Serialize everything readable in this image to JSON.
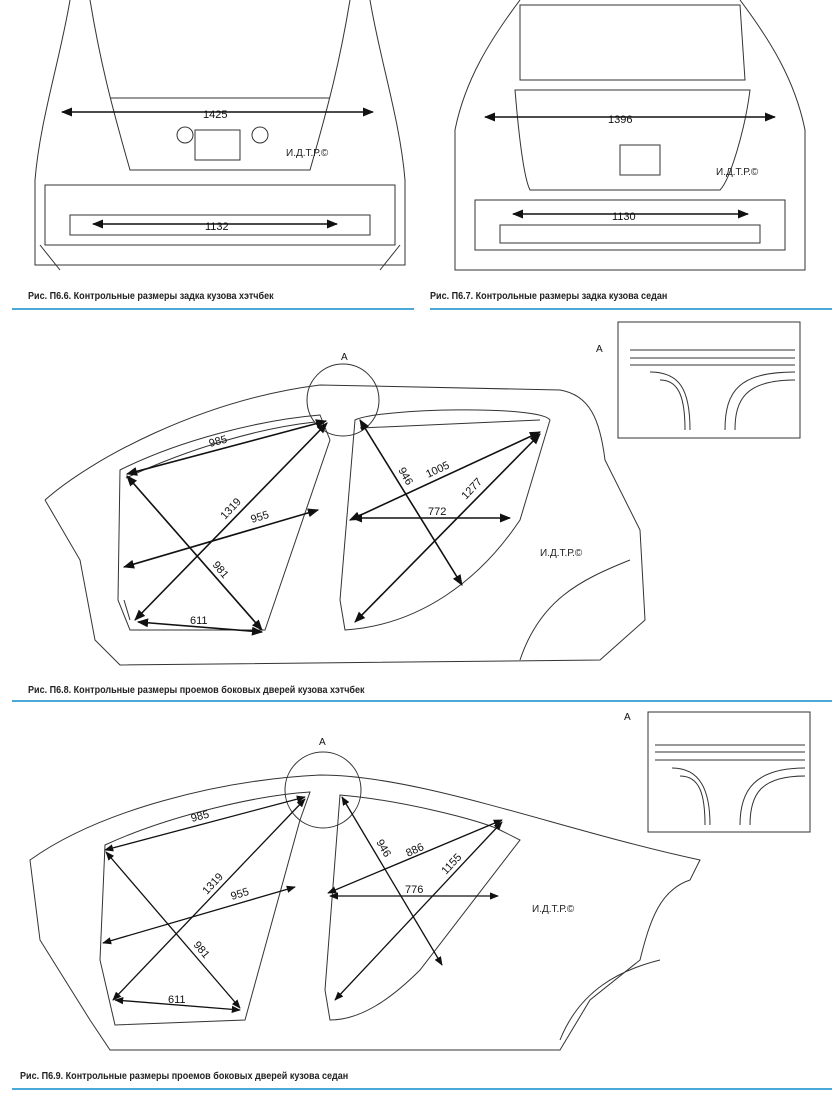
{
  "figures": [
    {
      "caption": "Рис. П6.6. Контрольные размеры задка кузова хэтчбек",
      "dims": [
        "1425",
        "1132"
      ],
      "watermark": "И.Д.Т.Р.©"
    },
    {
      "caption": "Рис. П6.7. Контрольные размеры задка кузова седан",
      "dims": [
        "1396",
        "1130"
      ],
      "watermark": "И.Д.Т.Р.©"
    },
    {
      "caption": "Рис. П6.8. Контрольные размеры проемов боковых дверей кузова хэтчбек",
      "detail_label": "A",
      "inset_label": "A",
      "dims": [
        "985",
        "1319",
        "955",
        "981",
        "611",
        "946",
        "1005",
        "1277",
        "772"
      ],
      "watermark": "И.Д.Т.Р.©"
    },
    {
      "caption": "Рис. П6.9. Контрольные размеры проемов боковых дверей кузова седан",
      "detail_label": "A",
      "inset_label": "A",
      "dims": [
        "985",
        "1319",
        "955",
        "981",
        "611",
        "946",
        "886",
        "1155",
        "776"
      ],
      "watermark": "И.Д.Т.Р.©"
    }
  ],
  "colors": {
    "rule": "#4aa9d8",
    "line": "#222222"
  }
}
